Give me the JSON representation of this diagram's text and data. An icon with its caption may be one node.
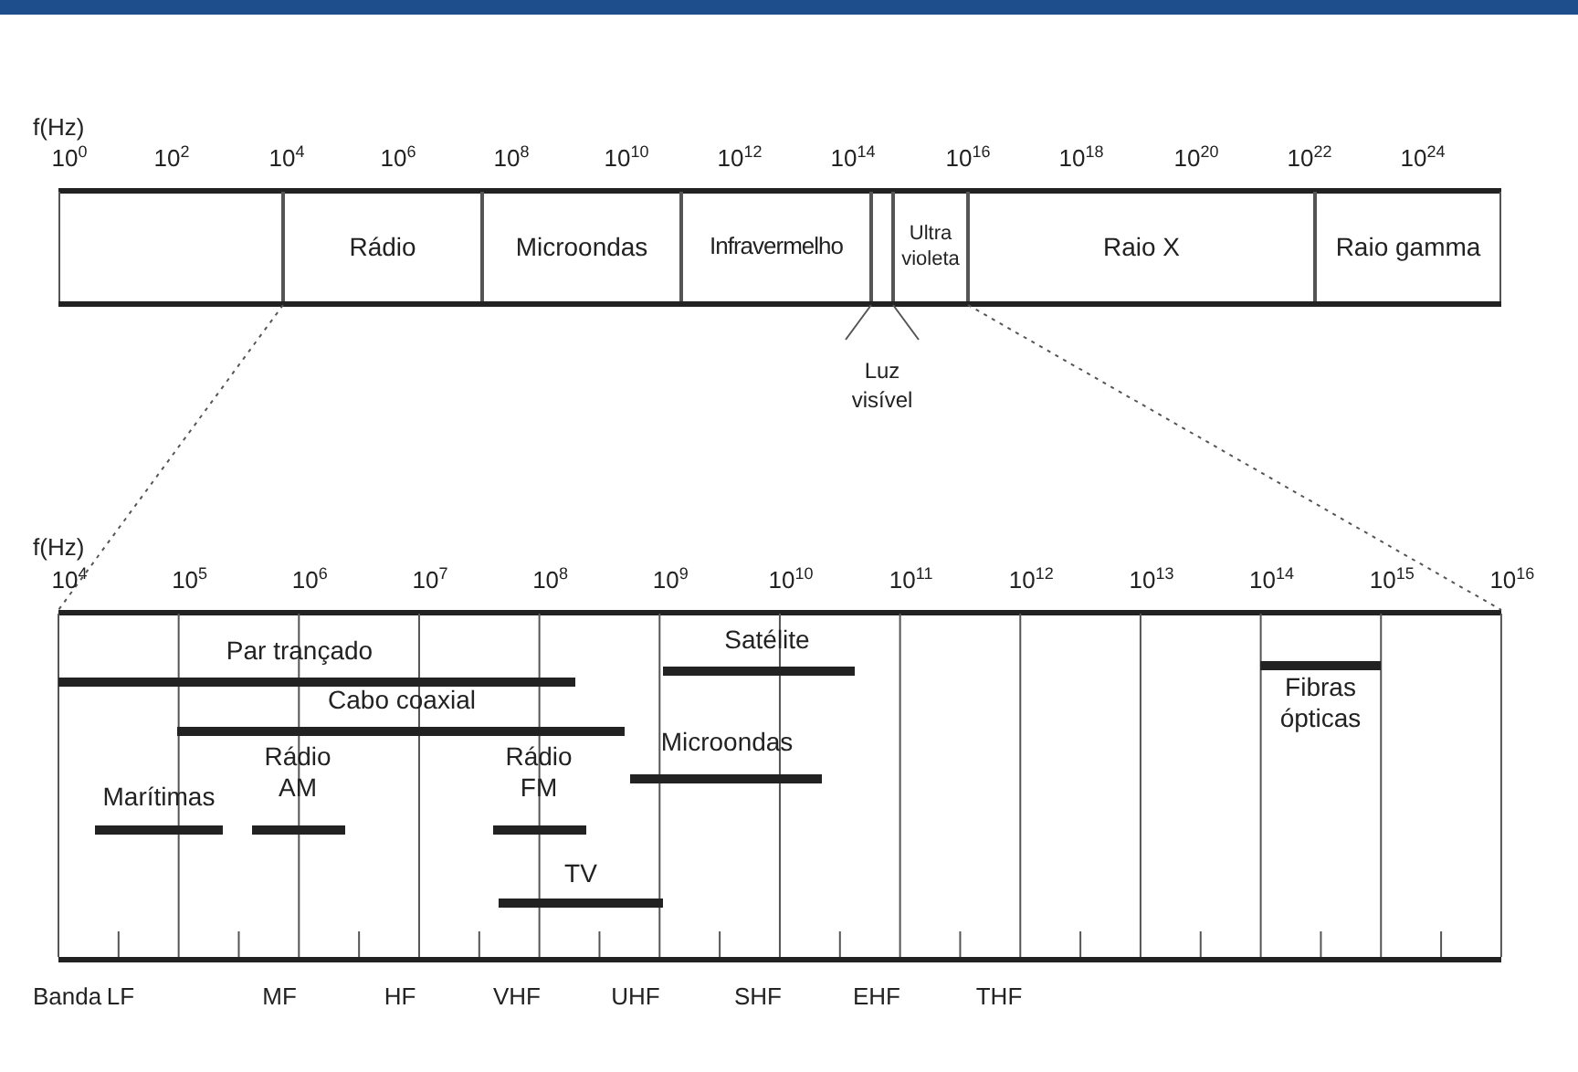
{
  "diagram": {
    "nodes": [
      {
        "text": [],
        "shape": "box"
      },
      {
        "text": [
          "Rádio"
        ]
      },
      {
        "text": [
          "Microondas"
        ]
      },
      {
        "text": [
          "Infravermelho"
        ]
      },
      {
        "text": [],
        "shape": "box"
      },
      {
        "text": [
          "Ultra violeta"
        ]
      },
      {
        "text": [
          "Raio X"
        ]
      },
      {
        "text": [
          "Raio gamma"
        ]
      },
      {
        "text": [
          "Luz visível"
        ]
      },
      {
        "text": [
          "Par trançado"
        ]
      },
      {
        "text": [
          "Satélite"
        ]
      },
      {
        "text": [
          "Fibras ópticas"
        ]
      },
      {
        "text": [
          "Cabo coaxial"
        ]
      },
      {
        "text": [
          "Microondas"
        ]
      },
      {
        "text": [
          "Marítimas"
        ]
      },
      {
        "text": [
          "Rádio AM"
        ]
      },
      {
        "text": [
          "Rádio FM"
        ]
      },
      {
        "text": [
          "TV"
        ]
      }
    ],
    "edges": [
      {
        "from": 8,
        "to": 4,
        "arrow": "none"
      }
    ],
    "labels": [
      "f(Hz)",
      "10$^{0}$",
      "10$^{2}$",
      "10$^{4}$",
      "10$^{6}$",
      "10$^{8}$",
      "10$^{10}$",
      "10$^{12}$",
      "10$^{14}$",
      "10$^{16}$",
      "10$^{18}$",
      "10$^{20}$",
      "10$^{22}$",
      "10$^{24}$",
      "f(Hz)",
      "10$^{4}$",
      "10$^{5}$",
      "10$^{6}$",
      "10$^{7}$",
      "10$^{8}$",
      "10$^{9}$",
      "10$^{10}$",
      "10$^{11}$",
      "10$^{12}$",
      "10$^{13}$",
      "10$^{14}$",
      "10$^{15}$",
      "10$^{16}$",
      "Banda",
      "LF",
      "MF",
      "HF",
      "VHF",
      "UHF",
      "SHF",
      "EHF",
      "THF"
    ]
  }
}
